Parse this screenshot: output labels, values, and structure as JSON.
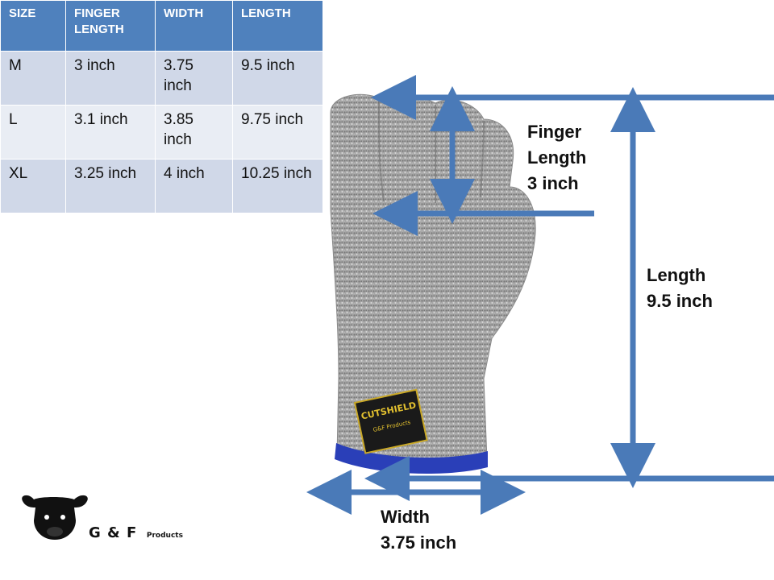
{
  "table": {
    "headers": [
      "SIZE",
      "FINGER LENGTH",
      "WIDTH",
      "LENGTH"
    ],
    "rows": [
      [
        "M",
        "3 inch",
        "3.75 inch",
        "9.5 inch"
      ],
      [
        "L",
        "3.1 inch",
        "3.85 inch",
        "9.75 inch"
      ],
      [
        "XL",
        "3.25 inch",
        "4 inch",
        "10.25 inch"
      ]
    ]
  },
  "labels": {
    "finger": [
      "Finger",
      "Length",
      "3 inch"
    ],
    "length": [
      "Length",
      "9.5 inch"
    ],
    "width": [
      "Width",
      "3.75 inch"
    ]
  },
  "glove_tag": {
    "brand": "CUTSHIELD",
    "sub": "G&F Products"
  },
  "logo": {
    "name": "G & F",
    "suffix": "Products",
    "icon": "bull-head-icon"
  },
  "colors": {
    "header_bg": "#4f81bd",
    "row_dark": "#d0d8e8",
    "row_light": "#e9edf4",
    "arrow": "#4a7ab8",
    "glove_cuff": "#2a3fb8"
  }
}
